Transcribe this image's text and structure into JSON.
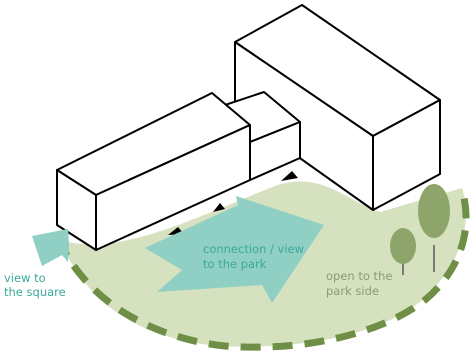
{
  "labels": {
    "view_square_line1": "view to",
    "view_square_line2": "the square",
    "connection_line1": "connection / view",
    "connection_line2": "to the park",
    "park_side_line1": "open to the",
    "park_side_line2": "park side"
  },
  "colors": {
    "park_fill": "#d6e2bf",
    "boundary_dash": "#6f8f46",
    "teal_arrow": "#8fcfc4",
    "building_stroke": "#000000",
    "building_fill": "#ffffff",
    "tree_fill": "#8da56a",
    "tree_trunk": "#7a7a7a",
    "teal_text": "#3aa99a",
    "park_text": "#8a9a76"
  }
}
